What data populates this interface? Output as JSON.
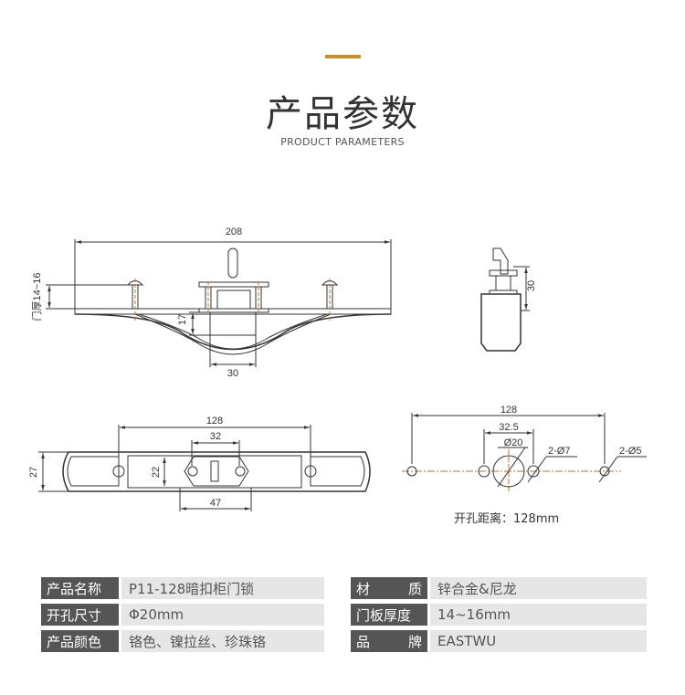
{
  "header": {
    "title": "产品参数",
    "subtitle": "PRODUCT PARAMETERS",
    "accent_color": "#c8912e"
  },
  "drawings": {
    "front": {
      "width": "208",
      "door_thickness": "门厚14~16",
      "height": "17",
      "body_width": "30"
    },
    "side": {
      "height": "30"
    },
    "bottom": {
      "hole_spacing": "128",
      "inner_spacing": "32",
      "height": "27",
      "inner_height": "22",
      "body_width": "47"
    },
    "hole_pattern": {
      "outer_spacing": "128",
      "inner_spacing": "32.5",
      "center_hole": "Ø20",
      "small_holes": "2-Ø7",
      "outer_holes": "2-Ø5",
      "caption": "开孔距离：128mm"
    }
  },
  "specs": {
    "left": [
      {
        "label": "产品名称",
        "value": "P11-128暗扣柜门锁"
      },
      {
        "label": "开孔尺寸",
        "value": "Φ20mm"
      },
      {
        "label": "产品颜色",
        "value": "铬色、镍拉丝、珍珠铬"
      }
    ],
    "right": [
      {
        "label_a": "材",
        "label_b": "质",
        "value": "锌合金&尼龙"
      },
      {
        "label": "门板厚度",
        "value": "14~16mm"
      },
      {
        "label_a": "品",
        "label_b": "牌",
        "value": "EASTWU"
      }
    ]
  }
}
